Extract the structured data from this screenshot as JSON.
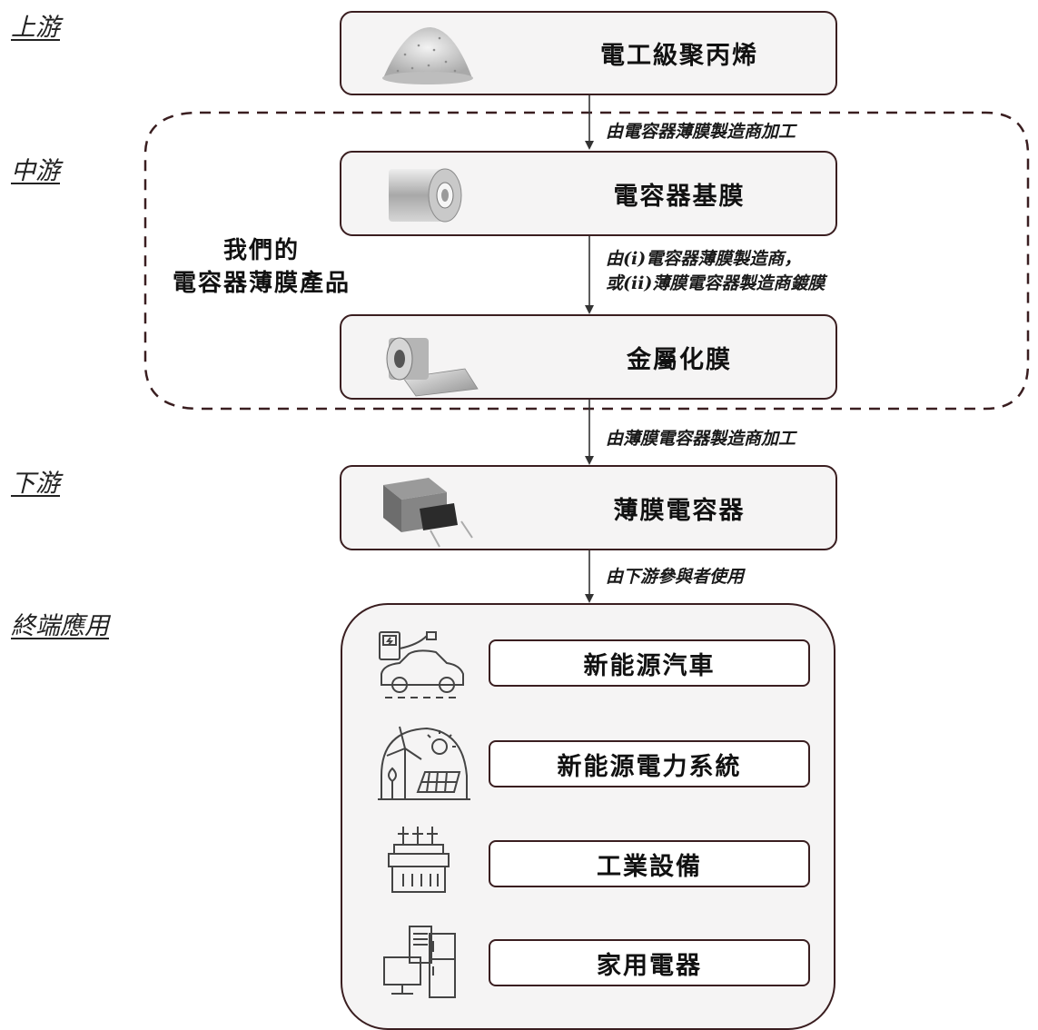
{
  "stages": {
    "upstream": "上游",
    "midstream": "中游",
    "downstream": "下游",
    "end_use": "終端應用"
  },
  "boxes": {
    "pp": "電工級聚丙烯",
    "base_film": "電容器基膜",
    "metallized": "金屬化膜",
    "capacitor": "薄膜電容器"
  },
  "edges": {
    "e1": "由電容器薄膜製造商加工",
    "e2_line1": "由(i)電容器薄膜製造商，",
    "e2_line2": "或(ii)薄膜電容器製造商鍍膜",
    "e3": "由薄膜電容器製造商加工",
    "e4": "由下游參與者使用"
  },
  "group": {
    "line1": "我們的",
    "line2": "電容器薄膜產品"
  },
  "applications": [
    {
      "label": "新能源汽車",
      "icon": "ev-charging-icon"
    },
    {
      "label": "新能源電力系統",
      "icon": "renewable-energy-icon"
    },
    {
      "label": "工業設備",
      "icon": "industrial-equipment-icon"
    },
    {
      "label": "家用電器",
      "icon": "home-appliance-icon"
    }
  ],
  "colors": {
    "border": "#3a1e20",
    "box_fill": "#f5f4f4"
  }
}
